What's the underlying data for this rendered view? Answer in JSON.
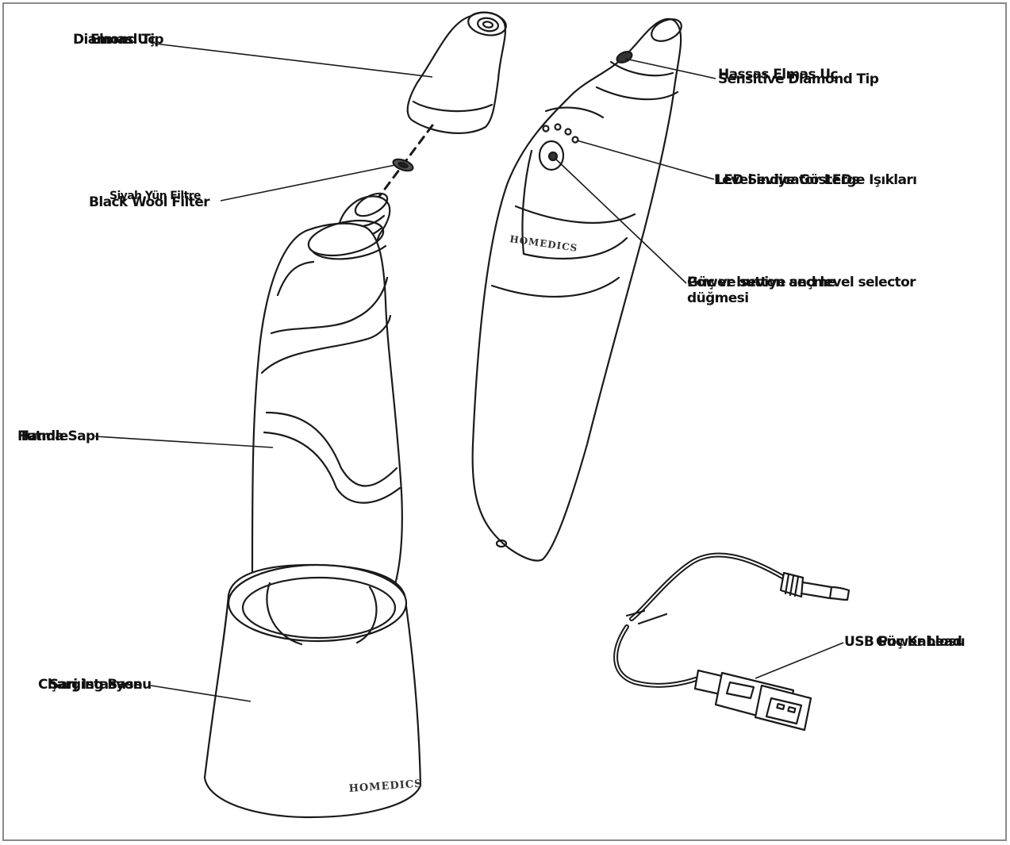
{
  "colors": {
    "ink": "#1a1a1a",
    "label": "#111111",
    "frame": "#8a8a8a",
    "fill": "#ffffff"
  },
  "labels": {
    "diamond_tip": {
      "en": "Diamond Tip",
      "tr": "Elmas Uç"
    },
    "black_filter": {
      "en": "Black Wool Filter",
      "tr": "Siyah Yün Filtre"
    },
    "handle": {
      "en": "Handle",
      "tr": "Tutma Sapı"
    },
    "charging_base": {
      "en": "Charging Base",
      "tr": "Şarj Istasyonu"
    },
    "sensitive_tip": {
      "en": "Sensitive Diamond Tip",
      "tr": "Hassas Elmas Uç"
    },
    "led": {
      "en": "Level indicator LEDs",
      "tr": "LED Seviye Gösterge Işıkları"
    },
    "power": {
      "en": "Power button and level selector",
      "tr": "Güç ve seviye seçme",
      "tr2": "düğmesi"
    },
    "usb": {
      "en": "USB Power Lead",
      "tr": "Güç Kablosu"
    }
  },
  "brand": {
    "logo_text": "HOMEDICS"
  }
}
